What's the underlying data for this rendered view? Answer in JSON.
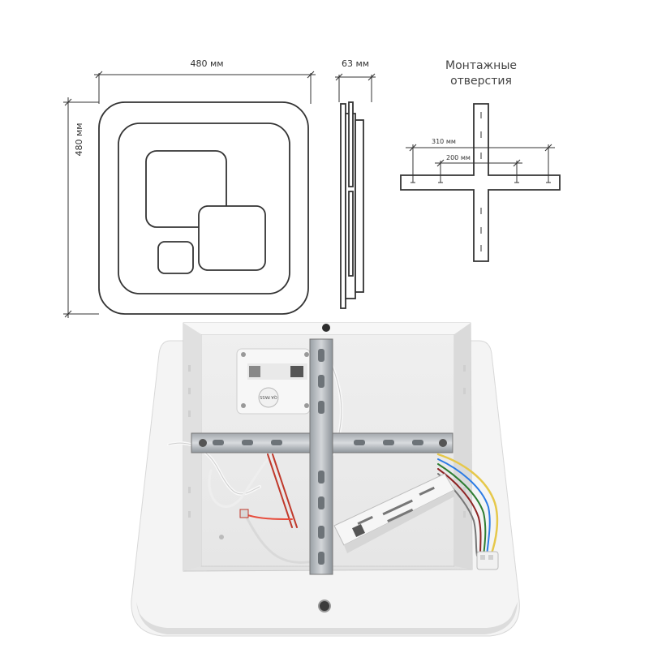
{
  "top_view": {
    "width_label": "480 мм",
    "height_label": "480 мм"
  },
  "side_view": {
    "depth_label": "63 мм"
  },
  "mounting": {
    "title_line1": "Монтажные",
    "title_line2": "отверстия",
    "outer_spacing_label": "310 мм",
    "inner_spacing_label": "200 мм"
  },
  "photo": {
    "label_text": "QA PASS"
  }
}
